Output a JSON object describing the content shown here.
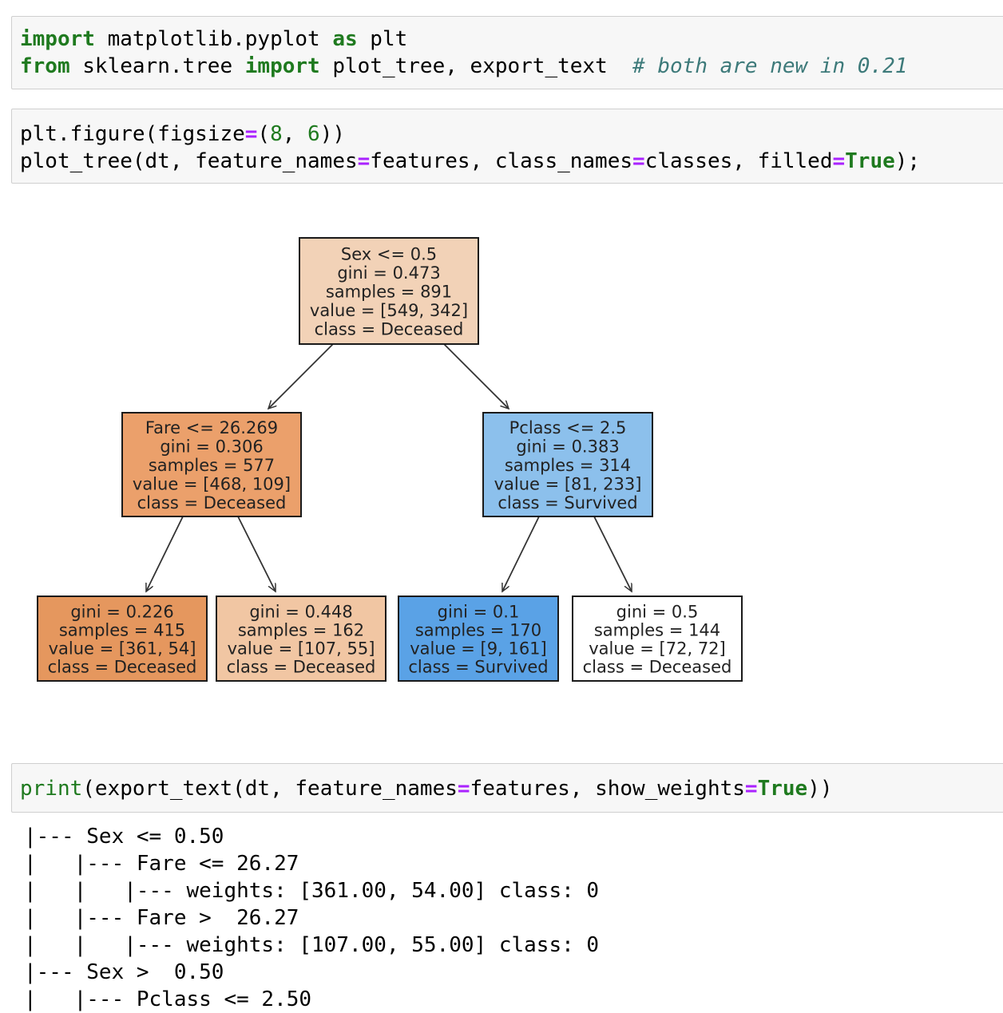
{
  "cell1": {
    "line1": {
      "kw_import": "import",
      "module": " matplotlib.pyplot ",
      "kw_as": "as",
      "alias": " plt"
    },
    "line2": {
      "kw_from": "from",
      "module": " sklearn.tree ",
      "kw_import": "import",
      "names": " plot_tree, export_text  ",
      "comment": "# both are new in 0.21"
    }
  },
  "cell2": {
    "line1": {
      "a": "plt.figure(figsize",
      "eq": "=",
      "b": "(",
      "n1": "8",
      "c": ", ",
      "n2": "6",
      "d": "))"
    },
    "line2": {
      "a": "plot_tree(dt, feature_names",
      "eq1": "=",
      "b": "features, class_names",
      "eq2": "=",
      "c": "classes, filled",
      "eq3": "=",
      "true": "True",
      "d": ");"
    }
  },
  "tree": {
    "colors": {
      "deceased_dark": "#e5965d",
      "deceased_mid": "#eda877",
      "deceased_light": "#f0d0b5",
      "deceased_pale": "#efc5a3",
      "survived_mid": "#8ec0ec",
      "survived_dark": "#5aa2e5",
      "neutral": "#ffffff"
    },
    "nodes": [
      {
        "id": "root",
        "lines": [
          "Sex <= 0.5",
          "gini = 0.473",
          "samples = 891",
          "value = [549, 342]",
          "class = Deceased"
        ],
        "fill": "#f2d2b7"
      },
      {
        "id": "left",
        "lines": [
          "Fare <= 26.269",
          "gini = 0.306",
          "samples = 577",
          "value = [468, 109]",
          "class = Deceased"
        ],
        "fill": "#eba06b"
      },
      {
        "id": "right",
        "lines": [
          "Pclass <= 2.5",
          "gini = 0.383",
          "samples = 314",
          "value = [81, 233]",
          "class = Survived"
        ],
        "fill": "#8cc0ec"
      },
      {
        "id": "ll",
        "lines": [
          "gini = 0.226",
          "samples = 415",
          "value = [361, 54]",
          "class = Deceased"
        ],
        "fill": "#e5975e"
      },
      {
        "id": "lr",
        "lines": [
          "gini = 0.448",
          "samples = 162",
          "value = [107, 55]",
          "class = Deceased"
        ],
        "fill": "#f1c6a3"
      },
      {
        "id": "rl",
        "lines": [
          "gini = 0.1",
          "samples = 170",
          "value = [9, 161]",
          "class = Survived"
        ],
        "fill": "#5aa2e6"
      },
      {
        "id": "rr",
        "lines": [
          "gini = 0.5",
          "samples = 144",
          "value = [72, 72]",
          "class = Deceased"
        ],
        "fill": "#ffffff"
      }
    ]
  },
  "cell3": {
    "line1": {
      "a": "print",
      "b": "(export_text(dt, feature_names",
      "eq1": "=",
      "c": "features, show_weights",
      "eq2": "=",
      "true": "True",
      "d": "))"
    }
  },
  "output": {
    "lines": [
      "|--- Sex <= 0.50",
      "|   |--- Fare <= 26.27",
      "|   |   |--- weights: [361.00, 54.00] class: 0",
      "|   |--- Fare >  26.27",
      "|   |   |--- weights: [107.00, 55.00] class: 0",
      "|--- Sex >  0.50",
      "|   |--- Pclass <= 2.50"
    ]
  }
}
